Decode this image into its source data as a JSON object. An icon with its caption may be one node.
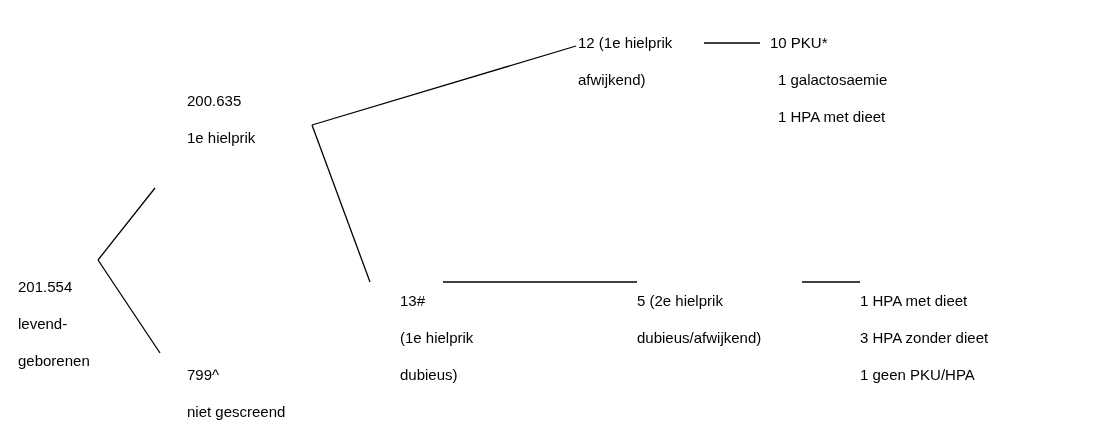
{
  "diagram": {
    "nodes": [
      {
        "text": [
          "201.554",
          "levend-",
          "geborenen"
        ]
      },
      {
        "text": [
          "200.635",
          "1e hielprik"
        ]
      },
      {
        "text": [
          "799^",
          "niet gescreend"
        ]
      },
      {
        "text": [
          "12 (1e hielprik afwijkend)"
        ]
      },
      {
        "text": [
          "10 PKU*",
          "1 galactosaemie",
          "1 HPA met dieet"
        ]
      },
      {
        "text": [
          "13#",
          "(1e hielprik dubieus)"
        ]
      },
      {
        "text": [
          "5 (2e hielprik dubieus/afwijkend)"
        ]
      },
      {
        "text": [
          "1 HPA met dieet",
          "3 HPA zonder dieet",
          "1 geen PKU/HPA"
        ]
      }
    ],
    "edges": [
      {
        "from": 0,
        "to": 1,
        "arrow": "none"
      },
      {
        "from": 0,
        "to": 2,
        "arrow": "none"
      },
      {
        "from": 1,
        "to": 3,
        "arrow": "none"
      },
      {
        "from": 1,
        "to": 5,
        "arrow": "none"
      },
      {
        "from": 3,
        "to": 4,
        "arrow": "none"
      },
      {
        "from": 5,
        "to": 6,
        "arrow": "none"
      },
      {
        "from": 6,
        "to": 7,
        "arrow": "none"
      }
    ]
  }
}
